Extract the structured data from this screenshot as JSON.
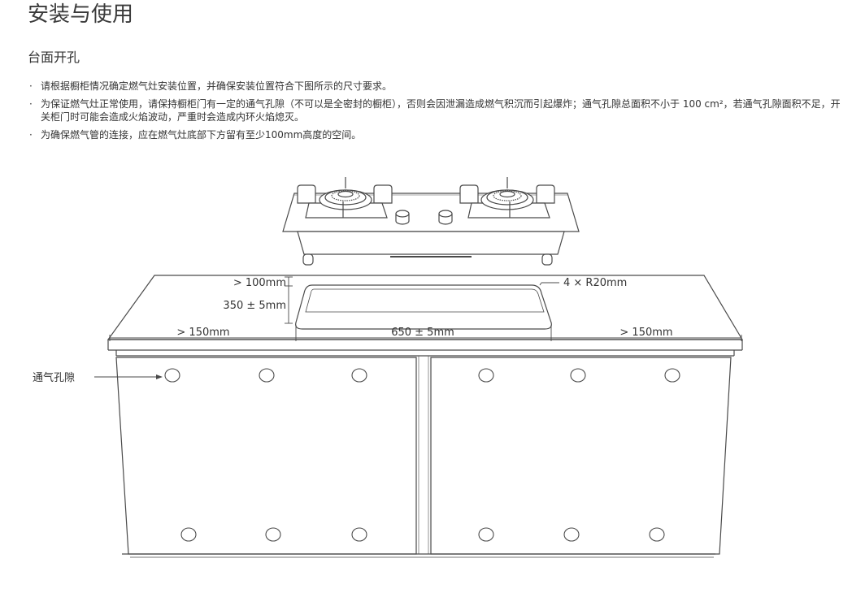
{
  "page": {
    "title": "安装与使用",
    "section_title": "台面开孔"
  },
  "bullets": [
    "请根据橱柜情况确定燃气灶安装位置，并确保安装位置符合下图所示的尺寸要求。",
    "为保证燃气灶正常使用，请保持橱柜门有一定的通气孔隙（不可以是全密封的橱柜），否则会因泄漏造成燃气积沉而引起爆炸；通气孔隙总面积不小于 100 cm²，若通气孔隙面积不足，开关柜门时可能会造成火焰波动，严重时会造成内环火焰熄灭。",
    "为确保燃气管的连接，应在燃气灶底部下方留有至少100mm高度的空间。"
  ],
  "bullet_marker": "·",
  "diagram": {
    "label_top_gap": "> 100mm",
    "label_depth": "350 ± 5mm",
    "label_corner_radius": "4 × R20mm",
    "label_left_clearance": "> 150mm",
    "label_width": "650 ± 5mm",
    "label_right_clearance": "> 150mm",
    "label_vent": "通气孔隙"
  },
  "colors": {
    "line": "#4a4a4a",
    "text": "#333333"
  }
}
